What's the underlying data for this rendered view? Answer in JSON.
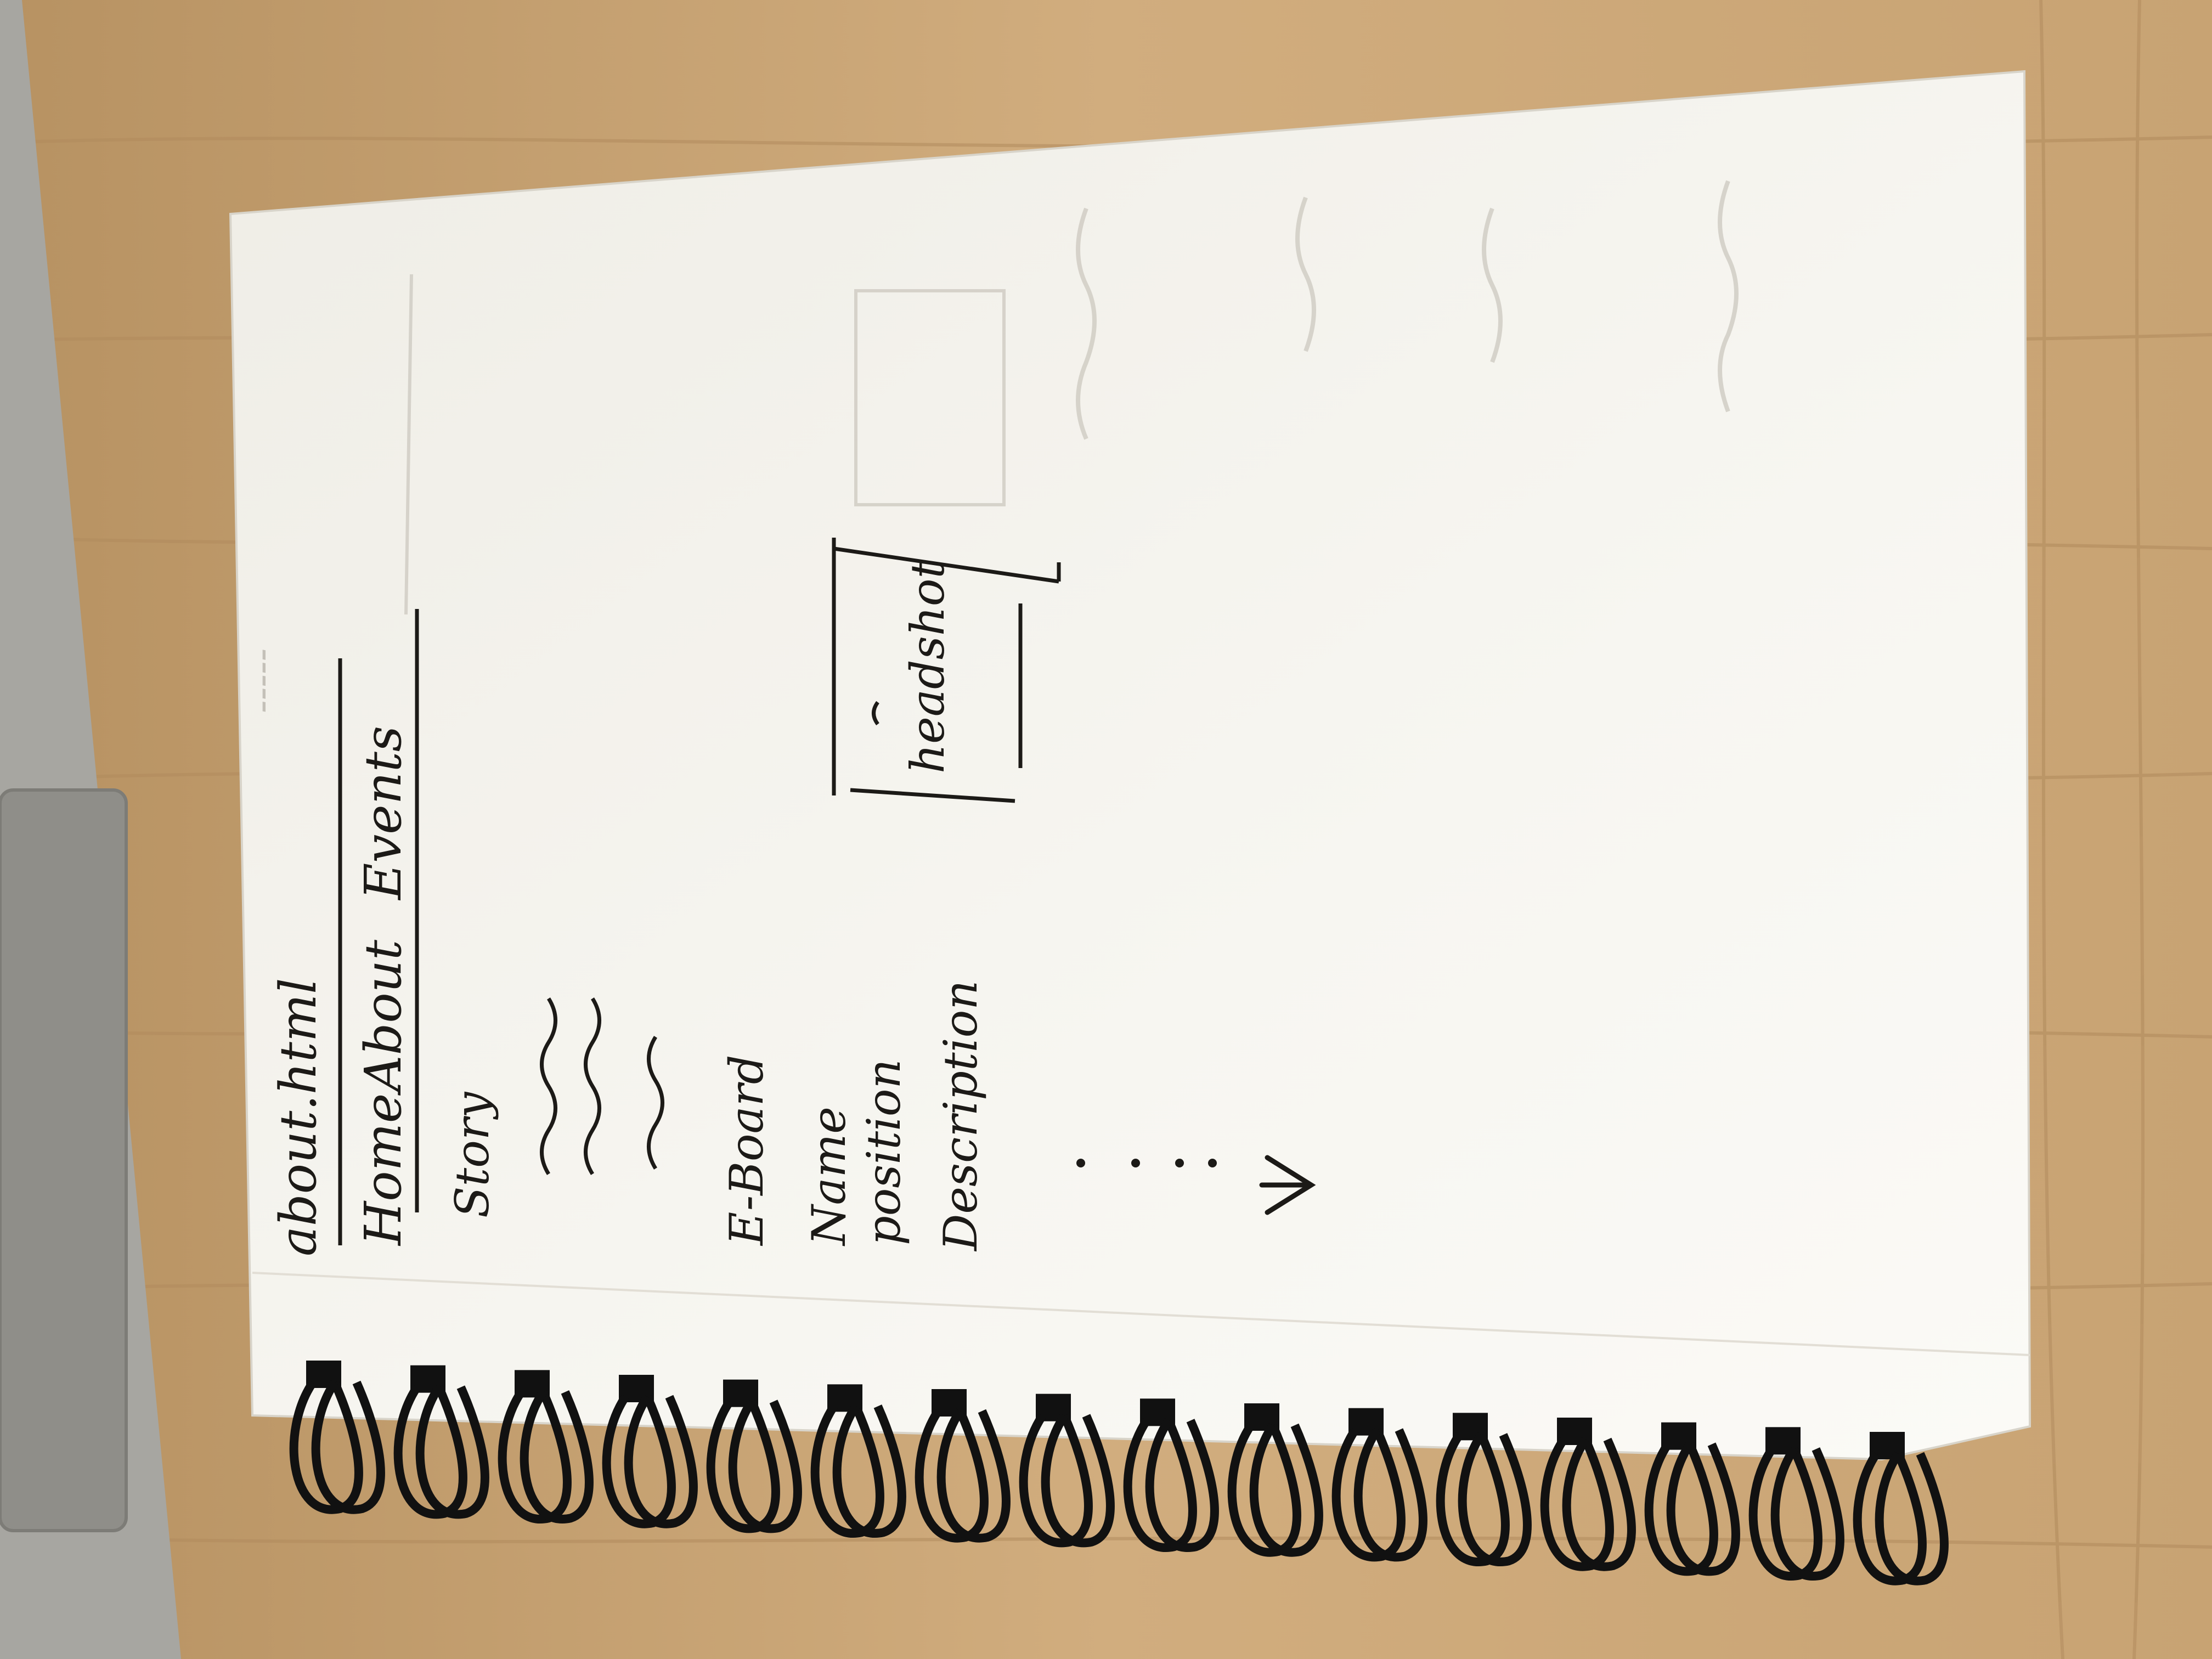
{
  "scene": {
    "surface": "wooden desk",
    "object": "spiral notebook with hand-drawn website wireframe",
    "page_orientation": "rotated 90 degrees counter-clockwise",
    "colors": {
      "desk": "#c9a577",
      "desk_grain": "#b08a5c",
      "paper": "#f4f2ec",
      "ink": "#1c1a17",
      "ghost_ink": "#b8b4ac",
      "spiral": "#111111",
      "laptop": "#a7a6a1"
    }
  },
  "sketch": {
    "filename": "about.html",
    "nav": {
      "home": "Home",
      "about": "About",
      "events": "Events"
    },
    "story_heading": "Story",
    "eboard_heading": "E-Board",
    "name_label": "Name",
    "position_label": "position",
    "description_label": "Description",
    "headshot_label": "headshot"
  },
  "icons": {
    "arrow": "down-arrow-icon",
    "binding": "spiral-binding-icon"
  }
}
